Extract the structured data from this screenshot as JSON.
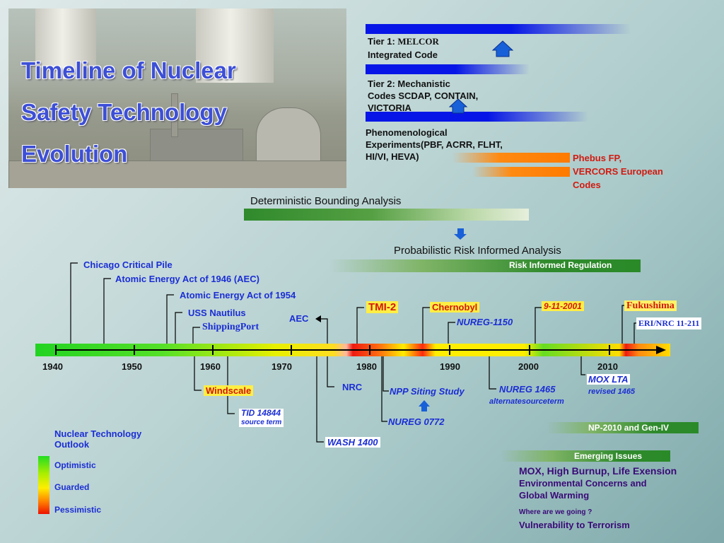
{
  "title_lines": [
    "Timeline of Nuclear",
    "Safety Technology",
    "Evolution"
  ],
  "tiers": {
    "tier1_a": "Tier 1:",
    "tier1_b": "MELCOR",
    "tier1_c": "Integrated Code",
    "tier2_a": "Tier 2: Mechanistic",
    "tier2_b": "Codes SCDAP, CONTAIN,",
    "tier2_c": "VICTORIA",
    "phen_a": "Phenomenological",
    "phen_b": "Experiments(PBF, ACRR, FLHT,",
    "phen_c": "HI/VI, HEVA)",
    "phebus_a": "Phebus FP,",
    "phebus_b": "VERCORS European",
    "phebus_c": "Codes"
  },
  "analysis": {
    "deterministic": "Deterministic Bounding Analysis",
    "probabilistic": "Probabilistic Risk Informed Analysis",
    "risk_reg": "Risk Informed Regulation"
  },
  "years": [
    "1940",
    "1950",
    "1960",
    "1970",
    "1980",
    "1990",
    "2000",
    "2010"
  ],
  "events": {
    "chicago": "Chicago Critical Pile",
    "aea1946": "Atomic Energy Act of 1946 (AEC)",
    "aea1954": "Atomic Energy Act of 1954",
    "nautilus": "USS Nautilus",
    "shippingport": "ShippingPort",
    "aec": "AEC",
    "tmi": "TMI-2",
    "chernobyl": "Chernobyl",
    "nureg1150": "NUREG-1150",
    "sept11": "9-11-2001",
    "fukushima": "Fukushima",
    "eri": "ERI/NRC 11-211",
    "windscale": "Windscale",
    "tid_a": "TID 14844",
    "tid_b": "source term",
    "nrc": "NRC",
    "wash": "WASH 1400",
    "npp": "NPP Siting Study",
    "nureg0772": "NUREG 0772",
    "nureg1465_a": "NUREG 1465",
    "nureg1465_b": "alternatesourceterm",
    "mox_a": "MOX LTA",
    "mox_b": "revised 1465"
  },
  "legend": {
    "title_a": "Nuclear Technology",
    "title_b": "Outlook",
    "optimistic": "Optimistic",
    "guarded": "Guarded",
    "pessimistic": "Pessimistic",
    "colors": {
      "optimistic": "#22dd22",
      "guarded": "#ffee00",
      "pessimistic": "#ee1100"
    }
  },
  "future": {
    "np2010": "NP-2010 and Gen-IV",
    "emerging": "Emerging Issues",
    "mox": "MOX, High Burnup, Life Exension",
    "env_a": "Environmental Concerns and",
    "env_b": "Global  Warming",
    "where": "Where are we going ?",
    "vuln": "Vulnerability to Terrorism"
  }
}
